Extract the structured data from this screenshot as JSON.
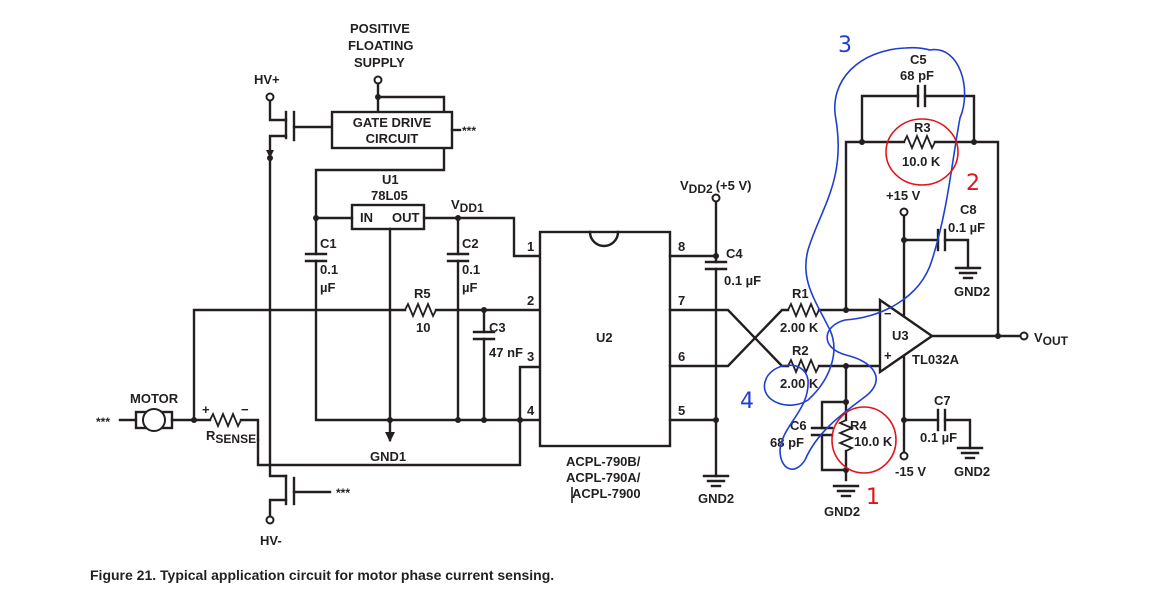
{
  "supply": {
    "line1": "POSITIVE",
    "line2": "FLOATING",
    "line3": "SUPPLY"
  },
  "hv_plus": "HV+",
  "hv_minus": "HV-",
  "gate_drive": {
    "line1": "GATE DRIVE",
    "line2": "CIRCUIT",
    "stars_top": "***",
    "stars_bottom": "***"
  },
  "u1": {
    "name": "U1",
    "part": "78L05",
    "in": "IN",
    "out": "OUT"
  },
  "vdd1": {
    "main": "V",
    "sub": "DD1"
  },
  "vdd2": {
    "main": "V",
    "sub": "DD2",
    "suffix": "(+5 V)"
  },
  "c1": {
    "name": "C1",
    "value1": "0.1",
    "value2": "µF"
  },
  "c2": {
    "name": "C2",
    "value1": "0.1",
    "value2": "µF"
  },
  "c3": {
    "name": "C3",
    "value": "47 nF"
  },
  "c4": {
    "name": "C4",
    "value": "0.1 µF"
  },
  "c5": {
    "name": "C5",
    "value": "68 pF"
  },
  "c6": {
    "name": "C6",
    "value": "68 pF"
  },
  "c7": {
    "name": "C7",
    "value": "0.1 µF"
  },
  "c8": {
    "name": "C8",
    "value": "0.1 µF"
  },
  "r1": {
    "name": "R1",
    "value": "2.00 K"
  },
  "r2": {
    "name": "R2",
    "value": "2.00 K"
  },
  "r3": {
    "name": "R3",
    "value": "10.0 K"
  },
  "r4": {
    "name": "R4",
    "value": "10.0 K"
  },
  "r5": {
    "name": "R5",
    "value": "10"
  },
  "u2": {
    "name": "U2",
    "pin1": "1",
    "pin2": "2",
    "pin3": "3",
    "pin4": "4",
    "pin5": "5",
    "pin6": "6",
    "pin7": "7",
    "pin8": "8"
  },
  "u2_parts": {
    "line1": "ACPL-790B/",
    "line2": "ACPL-790A/",
    "line3": "ACPL-7900"
  },
  "u3": {
    "name": "U3",
    "part": "TL032A",
    "minus": "−",
    "plus": "+"
  },
  "motor": {
    "label": "MOTOR",
    "stars": "***"
  },
  "rsense": {
    "main": "R",
    "sub": "SENSE",
    "plus": "+",
    "minus": "−"
  },
  "gnd1": "GND1",
  "gnd2": "GND2",
  "plus15": "+15 V",
  "minus15": "-15 V",
  "vout": {
    "main": "V",
    "sub": "OUT"
  },
  "caption": "Figure 21. Typical application circuit for motor phase current sensing.",
  "annotations": {
    "n1": "1",
    "n2": "2",
    "n3": "3",
    "n4": "4"
  },
  "colors": {
    "ink": "#231f20",
    "annotation_blue": "#1f3fd1",
    "annotation_red": "#e0151b"
  }
}
